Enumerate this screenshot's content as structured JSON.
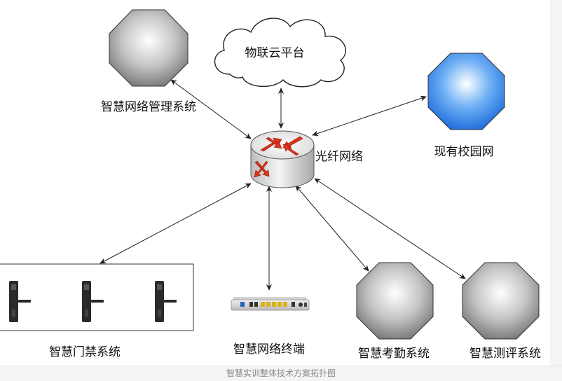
{
  "nodes": {
    "cloud": {
      "label": "物联云平台"
    },
    "hub": {
      "label": "光纤网络"
    },
    "network_mgmt": {
      "label": "智慧网络管理系统"
    },
    "campus_net": {
      "label": "现有校园网"
    },
    "access_control": {
      "label": "智慧门禁系统"
    },
    "network_terminal": {
      "label": "智慧网络终端"
    },
    "attendance": {
      "label": "智慧考勤系统"
    },
    "assessment": {
      "label": "智慧测评系统"
    }
  },
  "edges": [
    {
      "from": "hub",
      "to": "network_mgmt"
    },
    {
      "from": "hub",
      "to": "cloud"
    },
    {
      "from": "hub",
      "to": "campus_net"
    },
    {
      "from": "hub",
      "to": "access_control"
    },
    {
      "from": "hub",
      "to": "network_terminal"
    },
    {
      "from": "hub",
      "to": "attendance"
    },
    {
      "from": "hub",
      "to": "assessment"
    }
  ],
  "caption": "智慧实训整体技术方案拓扑图",
  "colors": {
    "campus_net_fill": "#2f7fe6",
    "grey_node_fill": "#8c8c8c",
    "router_arrow": "#e0321c"
  },
  "icons": [
    "cloud-icon",
    "router-icon",
    "door-lock-icon",
    "network-terminal-icon"
  ]
}
